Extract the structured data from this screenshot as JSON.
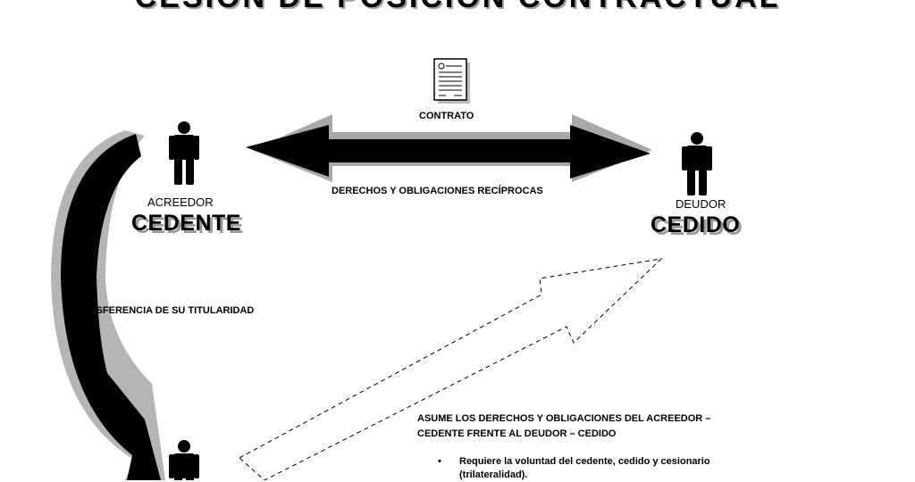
{
  "title": "CESION DE POSICION CONTRACTUAL",
  "contract_label": "CONTRATO",
  "rights_label": "DERECHOS Y OBLIGACIONES RECÍPROCAS",
  "creditor": {
    "role": "ACREEDOR",
    "name": "CEDENTE"
  },
  "debtor": {
    "role": "DEUDOR",
    "name": "CEDIDO"
  },
  "transfer_label": "TRANSFERENCIA  DE SU TITULARIDAD",
  "assumes_text": "ASUME LOS DERECHOS Y OBLIGACIONES DEL ACREEDOR – CEDENTE FRENTE AL DEUDOR – CEDIDO",
  "requirements": [
    "Requiere la voluntad del cedente, cedido y cesionario (trilateralidad)."
  ]
}
